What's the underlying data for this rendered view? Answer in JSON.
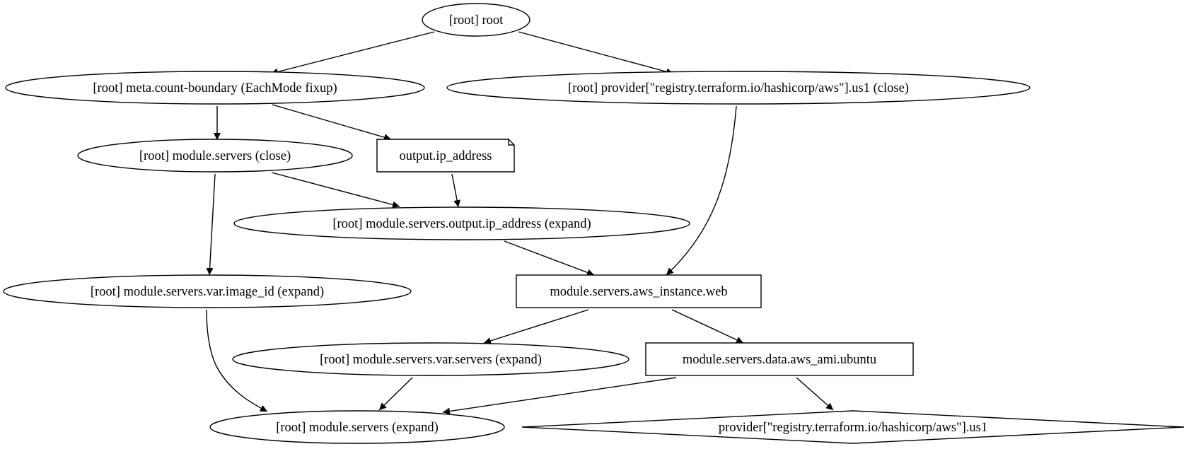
{
  "graph": {
    "nodes": [
      {
        "id": "root",
        "label": "[root] root",
        "shape": "ellipse"
      },
      {
        "id": "count-boundary",
        "label": "[root] meta.count-boundary (EachMode fixup)",
        "shape": "ellipse"
      },
      {
        "id": "provider-close",
        "label": "[root] provider[\"registry.terraform.io/hashicorp/aws\"].us1 (close)",
        "shape": "ellipse"
      },
      {
        "id": "servers-close",
        "label": "[root] module.servers (close)",
        "shape": "ellipse"
      },
      {
        "id": "output-ip",
        "label": "output.ip_address",
        "shape": "note"
      },
      {
        "id": "servers-output-ip",
        "label": "[root] module.servers.output.ip_address (expand)",
        "shape": "ellipse"
      },
      {
        "id": "image-id",
        "label": "[root] module.servers.var.image_id (expand)",
        "shape": "ellipse"
      },
      {
        "id": "aws-instance",
        "label": "module.servers.aws_instance.web",
        "shape": "box"
      },
      {
        "id": "var-servers",
        "label": "[root] module.servers.var.servers (expand)",
        "shape": "ellipse"
      },
      {
        "id": "aws-ami",
        "label": "module.servers.data.aws_ami.ubuntu",
        "shape": "box"
      },
      {
        "id": "servers-expand",
        "label": "[root] module.servers (expand)",
        "shape": "ellipse"
      },
      {
        "id": "provider",
        "label": "provider[\"registry.terraform.io/hashicorp/aws\"].us1",
        "shape": "diamond"
      }
    ],
    "edges": [
      {
        "from": "root",
        "to": "count-boundary"
      },
      {
        "from": "root",
        "to": "provider-close"
      },
      {
        "from": "count-boundary",
        "to": "servers-close"
      },
      {
        "from": "count-boundary",
        "to": "output-ip"
      },
      {
        "from": "provider-close",
        "to": "aws-instance"
      },
      {
        "from": "servers-close",
        "to": "servers-output-ip"
      },
      {
        "from": "servers-close",
        "to": "image-id"
      },
      {
        "from": "output-ip",
        "to": "servers-output-ip"
      },
      {
        "from": "servers-output-ip",
        "to": "aws-instance"
      },
      {
        "from": "image-id",
        "to": "servers-expand"
      },
      {
        "from": "aws-instance",
        "to": "var-servers"
      },
      {
        "from": "aws-instance",
        "to": "aws-ami"
      },
      {
        "from": "var-servers",
        "to": "servers-expand"
      },
      {
        "from": "aws-ami",
        "to": "servers-expand"
      },
      {
        "from": "aws-ami",
        "to": "provider"
      }
    ]
  }
}
